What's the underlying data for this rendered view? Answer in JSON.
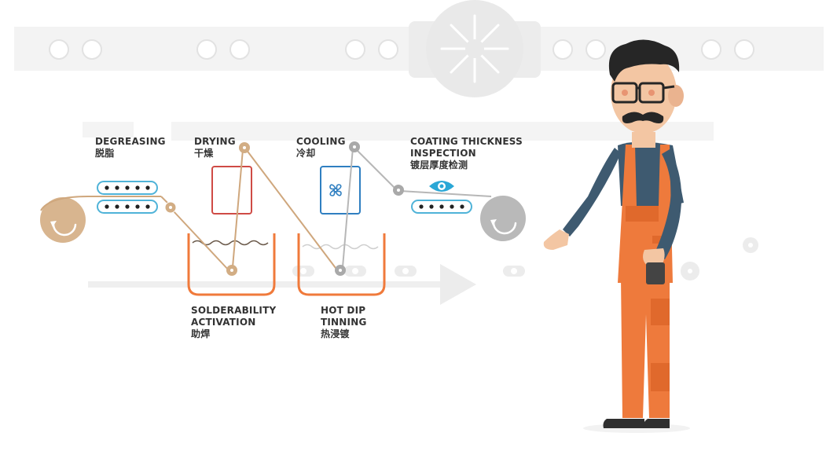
{
  "stages": [
    {
      "id": "degreasing",
      "en": "DEGREASING",
      "zh": "脱脂"
    },
    {
      "id": "drying",
      "en": "DRYING",
      "zh": "干燥"
    },
    {
      "id": "cooling",
      "en": "COOLING",
      "zh": "冷却"
    },
    {
      "id": "inspection",
      "en_line1": "COATING THICKNESS",
      "en_line2": "INSPECTION",
      "zh": "镀层厚度检测"
    },
    {
      "id": "activation",
      "en_line1": "SOLDERABILITY",
      "en_line2": "ACTIVATION",
      "zh": "助焊"
    },
    {
      "id": "tinning",
      "en_line1": "HOT DIP",
      "en_line2": "TINNING",
      "zh": "热浸镀"
    }
  ],
  "colors": {
    "wire_tan": "#cfa77d",
    "wire_grey": "#b7b7b7",
    "tank_orange": "#f07a3b",
    "dryer_red": "#cf4b45",
    "cooler_blue": "#2f7fc1",
    "roller_blue": "#4fb3d8",
    "eye_blue": "#2aa7d6",
    "spool_tan": "#d8b58f",
    "spool_grey": "#b9b9b9",
    "bg_grey": "#f3f3f3",
    "worker_orange": "#ee7a3c",
    "worker_shirt": "#3e5a70"
  },
  "icons": [
    "fan-icon",
    "eye-icon",
    "spool-arrow-icon",
    "gear-icon"
  ]
}
